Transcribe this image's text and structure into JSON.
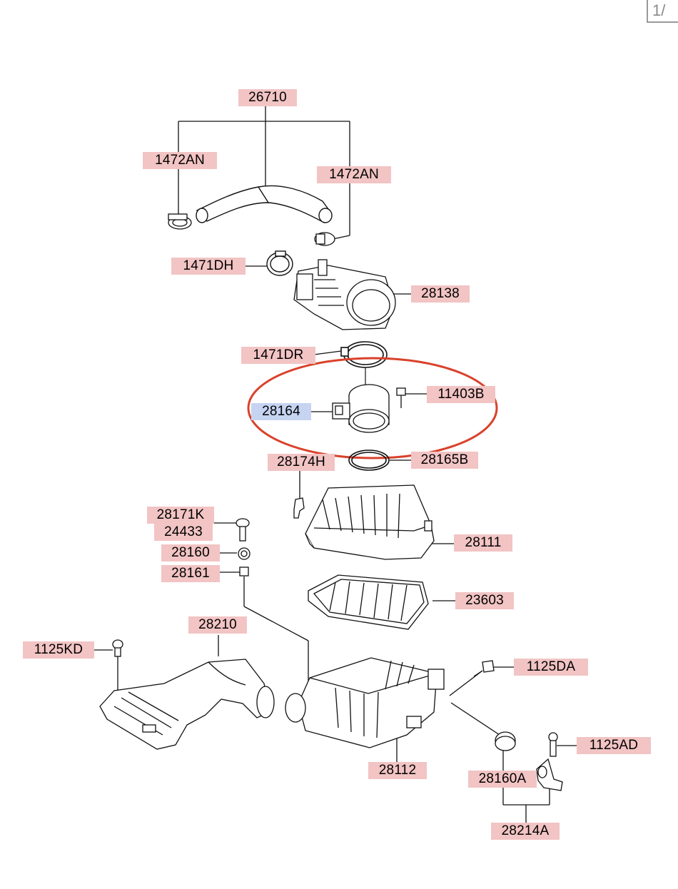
{
  "page_tab": "1/",
  "highlight_color": "#d9412b",
  "label_bg": "#f2c4c4",
  "selected_label_bg": "#c6d4f2",
  "parts": {
    "hose_assy": "26710",
    "clamp_left": "1472AN",
    "clamp_right": "1472AN",
    "clamp_resonator": "1471DH",
    "resonator": "28138",
    "clamp_sensor": "1471DR",
    "air_flow_sensor": "28164",
    "sensor_bolt": "11403B",
    "hose_clip": "28174H",
    "seal_ring": "28165B",
    "bolt_upper": "28171K",
    "bolt_washer": "24433",
    "grommet": "28160",
    "insulator": "28161",
    "cleaner_cover": "28111",
    "filter_element": "23603",
    "duct": "28210",
    "duct_bolt": "1125KD",
    "bracket_bolt": "1125DA",
    "cleaner_body": "28112",
    "mount_bolt": "1125AD",
    "mount_grommet": "28160A",
    "bracket_assy": "28214A"
  }
}
